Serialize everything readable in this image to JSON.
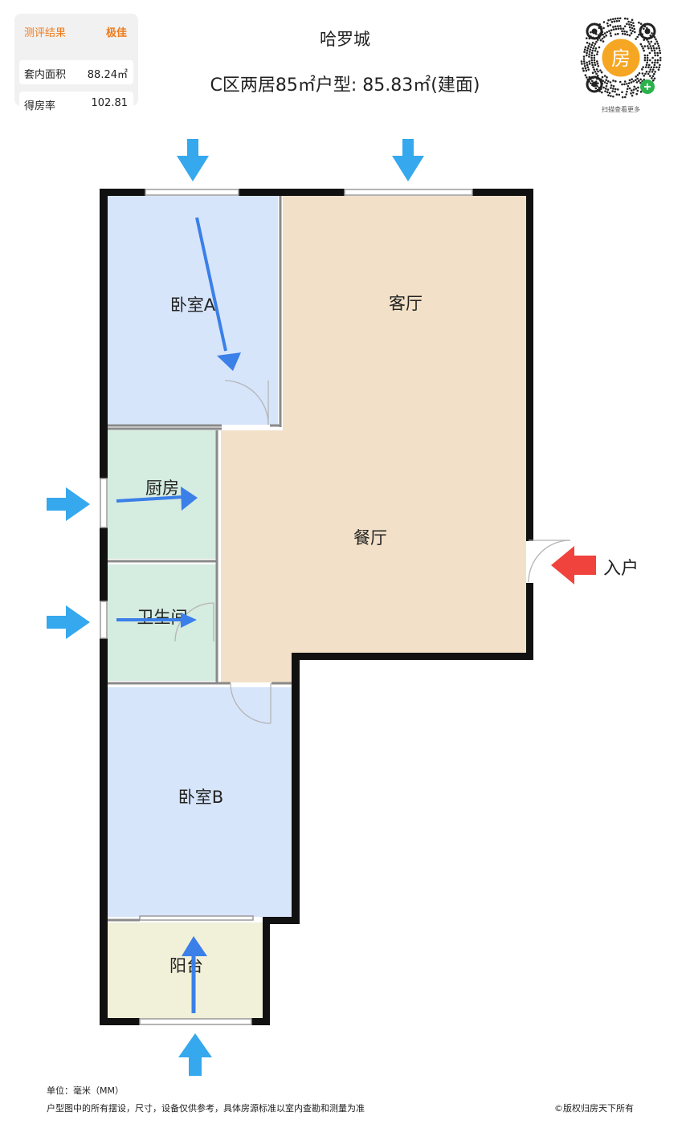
{
  "score_card": {
    "title": "测评结果",
    "grade": "极佳",
    "area_label": "套内面积",
    "area_value": "88.24㎡",
    "ratio_label": "得房率",
    "ratio_value": "102.81"
  },
  "header": {
    "title": "哈罗城",
    "subtitle": "C区两居85㎡户型: 85.83㎡(建面)"
  },
  "qr": {
    "center_char": "房",
    "caption": "扫描查看更多"
  },
  "rooms": {
    "bedroom_a": "卧室A",
    "living": "客厅",
    "kitchen": "厨房",
    "dining": "餐厅",
    "bathroom": "卫生间",
    "bedroom_b": "卧室B",
    "balcony": "阳台"
  },
  "entry_label": "入户",
  "footer": {
    "unit": "单位：毫米（MM）",
    "disclaimer": "户型图中的所有摆设，尺寸，设备仅供参考，具体房源标准以室内查勘和测量为准",
    "copyright": "©版权归房天下所有"
  },
  "colors": {
    "bedroom": "#d7e5fb",
    "living": "#f2e1c8",
    "wet": "#d5ece0",
    "balcony": "#f1f0d9",
    "wall": "#111111",
    "vent_arrow": "#35a8ee",
    "flow_arrow": "#3b7fe8",
    "entry_arrow": "#f0433e",
    "accent": "#f07a1a"
  },
  "icons": {
    "entry": "red-arrow-icon",
    "ventilation": "blue-arrow-icon",
    "qr_badge": "link-icon"
  }
}
